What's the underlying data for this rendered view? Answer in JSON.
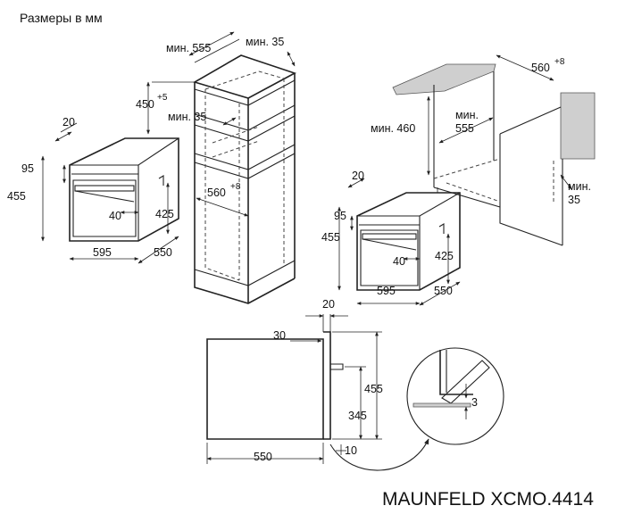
{
  "title": "Размеры в мм",
  "brand": "MAUNFELD XCMO.4414",
  "oven_left": {
    "d20": "20",
    "d95": "95",
    "d455": "455",
    "d40": "40",
    "d425": "425",
    "d595": "595",
    "d550": "550"
  },
  "cabinet": {
    "min555": "мин. 555",
    "min35_top": "мин. 35",
    "d450": "450",
    "d450_sup": "+5",
    "min35_mid": "мин. 35",
    "d560": "560",
    "d560_sup": "+8"
  },
  "wall": {
    "d560": "560",
    "d560_sup": "+8",
    "min460": "мин. 460",
    "min555": "мин.\n555",
    "min555_a": "мин.",
    "min555_b": "555",
    "min35_a": "мин.",
    "min35_b": "35"
  },
  "oven_right": {
    "d20": "20",
    "d95": "95",
    "d455": "455",
    "d40": "40",
    "d425": "425",
    "d595": "595",
    "d550": "550"
  },
  "side": {
    "d20": "20",
    "d30": "30",
    "d455": "455",
    "d345": "345",
    "d10": "10",
    "d550": "550"
  },
  "detail": {
    "d3": "3"
  }
}
